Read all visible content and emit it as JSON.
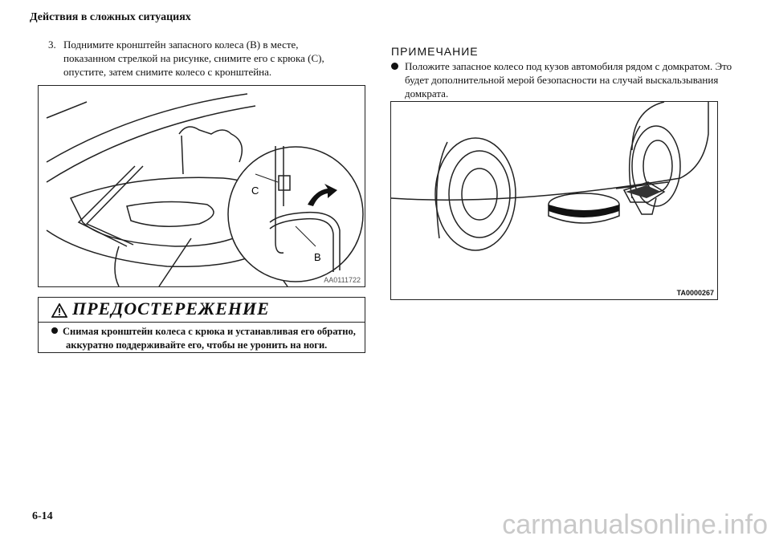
{
  "header": {
    "title": "Действия в сложных ситуациях"
  },
  "step": {
    "number": "3.",
    "text": "Поднимите кронштейн запасного колеса (B) в месте,\nпоказанном стрелкой на рисунке, снимите его с крюка (C),\nопустите, затем снимите колесо с кронштейна."
  },
  "figure_left": {
    "label_c": "C",
    "label_b": "B",
    "code": "AA0111722"
  },
  "warning": {
    "title": "ПРЕДОСТЕРЕЖЕНИЕ",
    "line1": "Снимая кронштейн колеса с крюка и устанавливая его обратно,",
    "line2": "аккуратно поддерживайте его, чтобы не уронить на ноги."
  },
  "note": {
    "title": "ПРИМЕЧАНИЕ",
    "text": "Положите запасное колесо под кузов автомобиля рядом с домкратом. Это будет дополнительной мерой безопасности на случай выскальзывания домкрата."
  },
  "figure_right": {
    "code": "TA0000267"
  },
  "footer": {
    "page_number": "6-14",
    "watermark": "carmanualsonline.info"
  },
  "icons": {
    "warning": "warning-triangle-icon"
  }
}
